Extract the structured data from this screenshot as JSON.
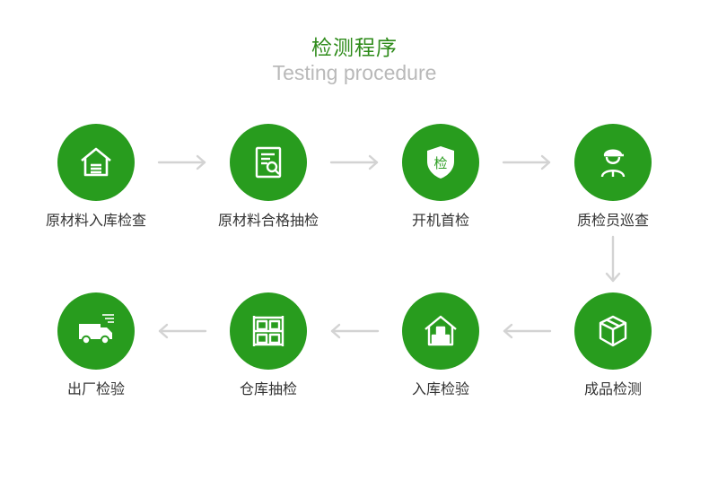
{
  "header": {
    "title": "检测程序",
    "subtitle": "Testing procedure"
  },
  "colors": {
    "accent": "#289c1e",
    "arrow": "#d3d3d3"
  },
  "steps": [
    {
      "label": "原材料入库检查",
      "icon": "warehouse-icon"
    },
    {
      "label": "原材料合格抽检",
      "icon": "document-search-icon"
    },
    {
      "label": "开机首检",
      "icon": "shield-inspect-icon",
      "badge": "检"
    },
    {
      "label": "质检员巡查",
      "icon": "inspector-icon"
    },
    {
      "label": "成品检测",
      "icon": "box-icon"
    },
    {
      "label": "入库检验",
      "icon": "house-boxes-icon"
    },
    {
      "label": "仓库抽检",
      "icon": "shelf-icon"
    },
    {
      "label": "出厂检验",
      "icon": "truck-icon"
    }
  ]
}
